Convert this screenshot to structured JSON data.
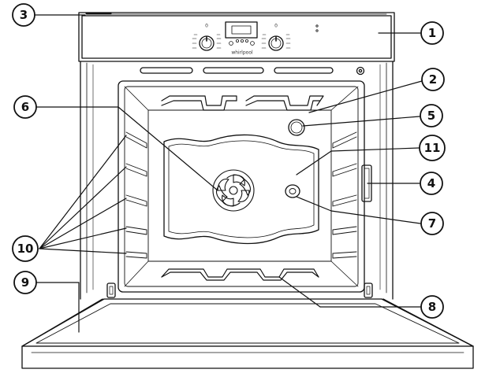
{
  "callouts": [
    {
      "id": "1",
      "label": "1"
    },
    {
      "id": "2",
      "label": "2"
    },
    {
      "id": "3",
      "label": "3"
    },
    {
      "id": "4",
      "label": "4"
    },
    {
      "id": "5",
      "label": "5"
    },
    {
      "id": "6",
      "label": "6"
    },
    {
      "id": "7",
      "label": "7"
    },
    {
      "id": "8",
      "label": "8"
    },
    {
      "id": "9",
      "label": "9"
    },
    {
      "id": "10",
      "label": "10"
    },
    {
      "id": "11",
      "label": "11"
    }
  ],
  "control_panel": {
    "display_text": "",
    "knob_left_mark": "0",
    "knob_right_mark": "0",
    "brand_text": "whirlpool"
  },
  "colors": {
    "line": "#111111",
    "fill": "#ffffff"
  }
}
